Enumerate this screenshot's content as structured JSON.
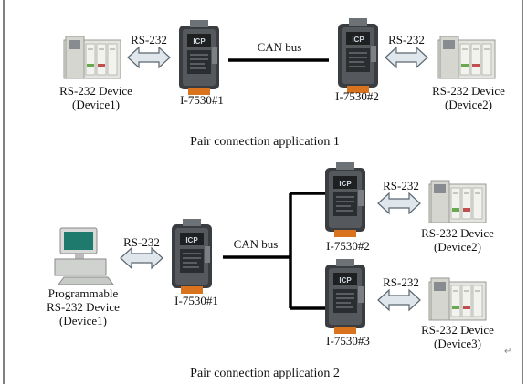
{
  "app1": {
    "caption": "Pair connection application 1",
    "rs232_left": "RS-232",
    "rs232_right": "RS-232",
    "canbus": "CAN bus",
    "module_left": "I-7530#1",
    "module_right": "I-7530#2",
    "device_left_line1": "RS-232 Device",
    "device_left_line2": "(Device1)",
    "device_right_line1": "RS-232 Device",
    "device_right_line2": "(Device2)"
  },
  "app2": {
    "caption": "Pair connection application 2",
    "rs232_pc": "RS-232",
    "canbus": "CAN bus",
    "module_main": "I-7530#1",
    "module_top": "I-7530#2",
    "module_bottom": "I-7530#3",
    "rs232_top": "RS-232",
    "rs232_bottom": "RS-232",
    "pc_line1": "Programmable",
    "pc_line2": "RS-232 Device",
    "pc_line3": "(Device1)",
    "device_top_line1": "RS-232 Device",
    "device_top_line2": "(Device2)",
    "device_bottom_line1": "RS-232 Device",
    "device_bottom_line2": "(Device3)"
  },
  "colors": {
    "module_body": "#3a3d40",
    "module_face": "#5a5e62",
    "terminal": "#d9731d",
    "plc_body": "#e4e4e0",
    "arrow_fill": "#dfe6ec",
    "line": "#000000"
  }
}
